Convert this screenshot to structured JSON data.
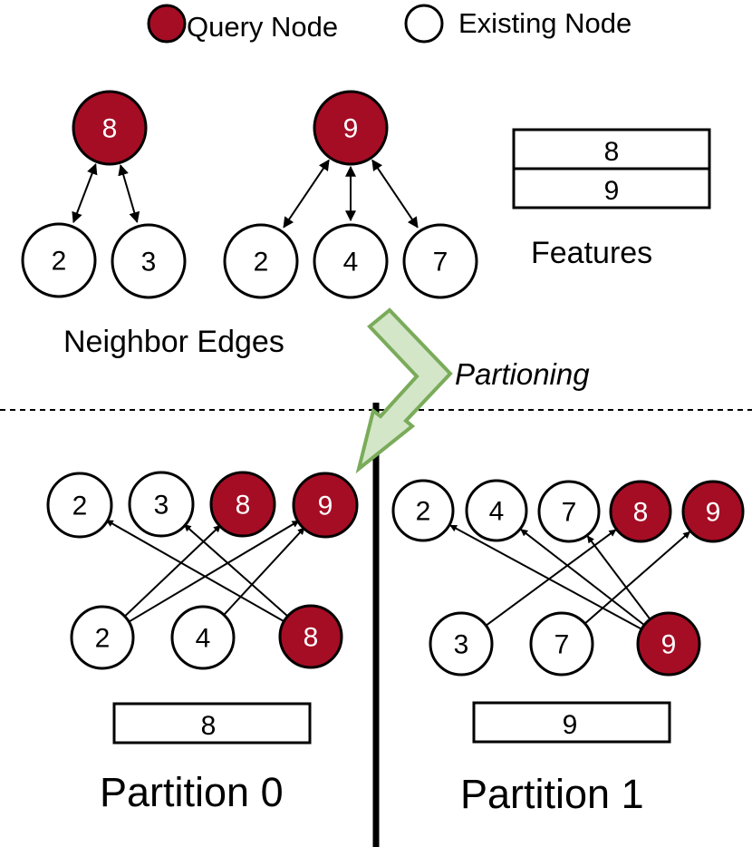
{
  "colors": {
    "query": "#a50d24",
    "existing": "#ffffff",
    "arrow_fill": "#d3e6c8",
    "arrow_stroke": "#7aab5a"
  },
  "legend": {
    "query_label": "Query Node",
    "existing_label": "Existing Node"
  },
  "top": {
    "graph_a": {
      "center": "8",
      "neighbors": [
        "2",
        "3"
      ]
    },
    "graph_b": {
      "center": "9",
      "neighbors": [
        "2",
        "4",
        "7"
      ]
    },
    "neighbor_edges_label": "Neighbor Edges",
    "features_rows": [
      "8",
      "9"
    ],
    "features_label": "Features"
  },
  "partition_action_label": "Partioning",
  "partitions": [
    {
      "title": "Partition 0",
      "top_nodes": [
        {
          "id": "2",
          "type": "existing"
        },
        {
          "id": "3",
          "type": "existing"
        },
        {
          "id": "8",
          "type": "query"
        },
        {
          "id": "9",
          "type": "query"
        }
      ],
      "bottom_nodes": [
        {
          "id": "2",
          "type": "existing"
        },
        {
          "id": "4",
          "type": "existing"
        },
        {
          "id": "8",
          "type": "query"
        }
      ],
      "edges": [
        [
          "8",
          "2"
        ],
        [
          "8",
          "3"
        ],
        [
          "2",
          "8"
        ],
        [
          "2",
          "9"
        ],
        [
          "4",
          "9"
        ]
      ],
      "feature": "8"
    },
    {
      "title": "Partition 1",
      "top_nodes": [
        {
          "id": "2",
          "type": "existing"
        },
        {
          "id": "4",
          "type": "existing"
        },
        {
          "id": "7",
          "type": "existing"
        },
        {
          "id": "8",
          "type": "query"
        },
        {
          "id": "9",
          "type": "query"
        }
      ],
      "bottom_nodes": [
        {
          "id": "3",
          "type": "existing"
        },
        {
          "id": "7",
          "type": "existing"
        },
        {
          "id": "9",
          "type": "query"
        }
      ],
      "edges": [
        [
          "9",
          "2"
        ],
        [
          "9",
          "4"
        ],
        [
          "9",
          "7"
        ],
        [
          "3",
          "8"
        ],
        [
          "7",
          "9"
        ]
      ],
      "feature": "9"
    }
  ]
}
